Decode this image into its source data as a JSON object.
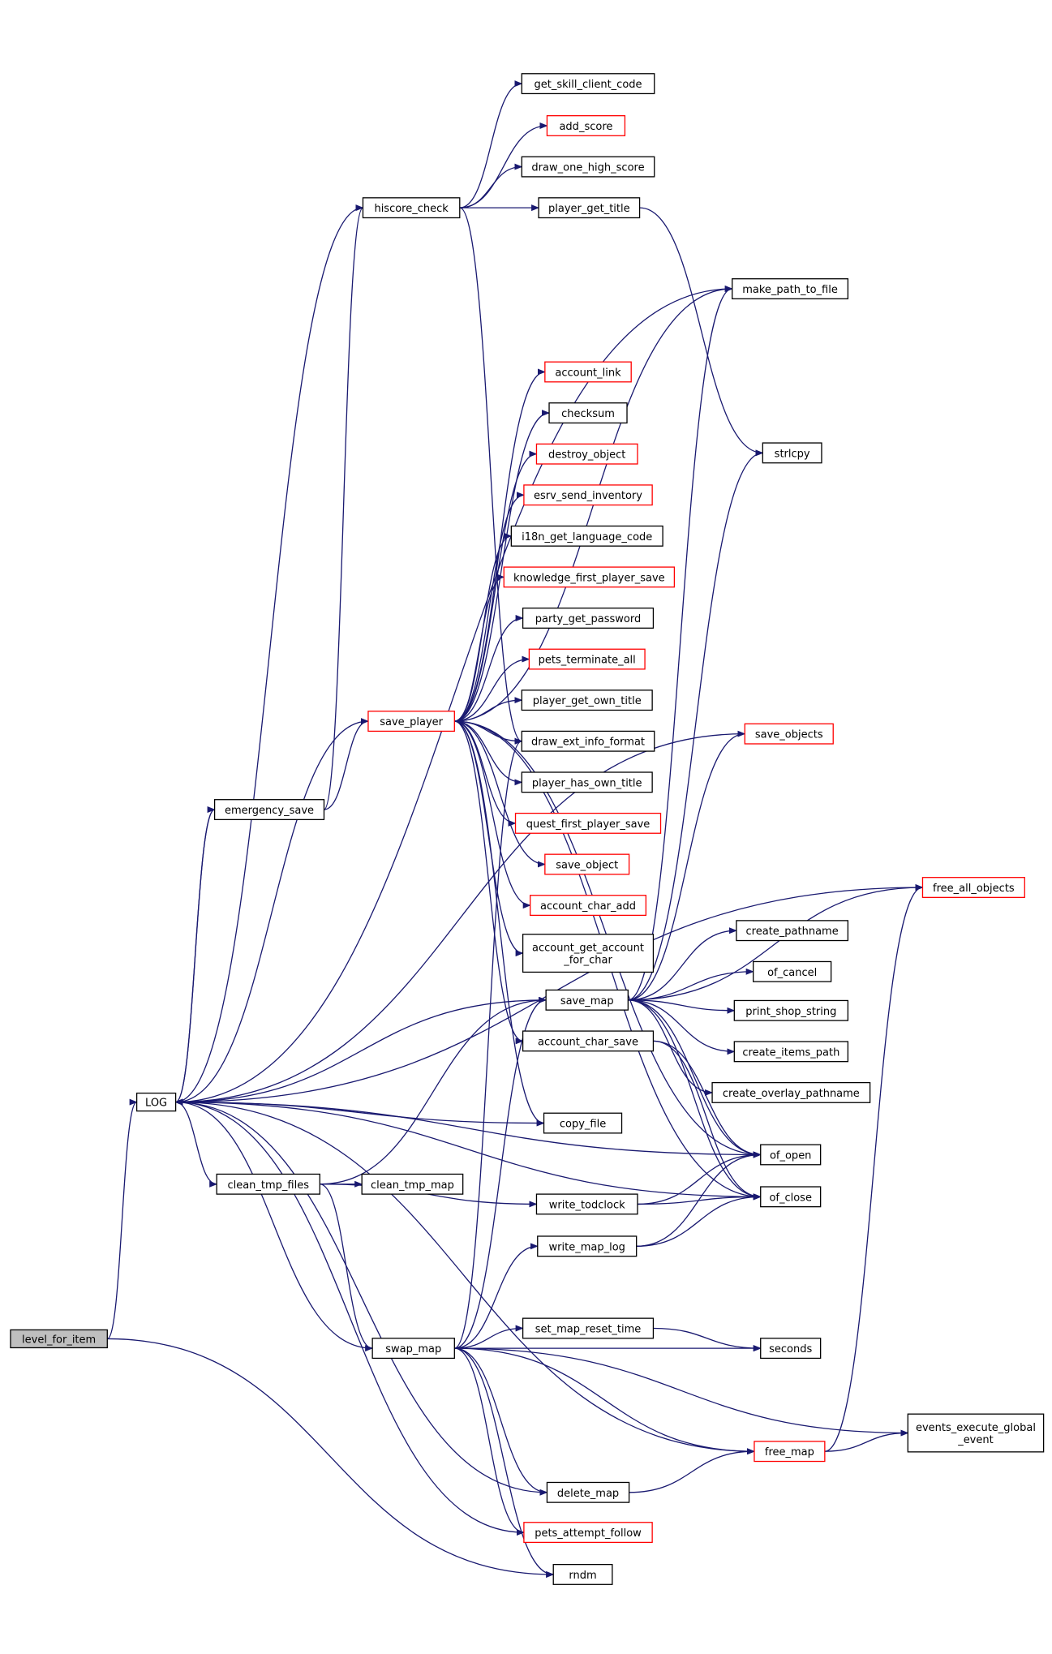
{
  "colors": {
    "edge": "#191970",
    "normal_border": "#000000",
    "truncated_border": "#ff0000",
    "root_fill": "#bfbfbf",
    "node_fill": "#ffffff"
  },
  "nodes": [
    {
      "id": "level_for_item",
      "lines": [
        "level_for_item"
      ],
      "style": "root"
    },
    {
      "id": "LOG",
      "lines": [
        "LOG"
      ],
      "style": "normal"
    },
    {
      "id": "hiscore_check",
      "lines": [
        "hiscore_check"
      ],
      "style": "normal"
    },
    {
      "id": "emergency_save",
      "lines": [
        "emergency_save"
      ],
      "style": "normal"
    },
    {
      "id": "save_player",
      "lines": [
        "save_player"
      ],
      "style": "truncated"
    },
    {
      "id": "clean_tmp_files",
      "lines": [
        "clean_tmp_files"
      ],
      "style": "normal"
    },
    {
      "id": "clean_tmp_map",
      "lines": [
        "clean_tmp_map"
      ],
      "style": "normal"
    },
    {
      "id": "swap_map",
      "lines": [
        "swap_map"
      ],
      "style": "normal"
    },
    {
      "id": "get_skill_client_code",
      "lines": [
        "get_skill_client_code"
      ],
      "style": "normal"
    },
    {
      "id": "add_score",
      "lines": [
        "add_score"
      ],
      "style": "truncated"
    },
    {
      "id": "draw_one_high_score",
      "lines": [
        "draw_one_high_score"
      ],
      "style": "normal"
    },
    {
      "id": "player_get_title",
      "lines": [
        "player_get_title"
      ],
      "style": "normal"
    },
    {
      "id": "make_path_to_file",
      "lines": [
        "make_path_to_file"
      ],
      "style": "normal"
    },
    {
      "id": "account_link",
      "lines": [
        "account_link"
      ],
      "style": "truncated"
    },
    {
      "id": "checksum",
      "lines": [
        "checksum"
      ],
      "style": "normal"
    },
    {
      "id": "destroy_object",
      "lines": [
        "destroy_object"
      ],
      "style": "truncated"
    },
    {
      "id": "esrv_send_inventory",
      "lines": [
        "esrv_send_inventory"
      ],
      "style": "truncated"
    },
    {
      "id": "i18n_get_language_code",
      "lines": [
        "i18n_get_language_code"
      ],
      "style": "normal"
    },
    {
      "id": "knowledge_first_player_save",
      "lines": [
        "knowledge_first_player_save"
      ],
      "style": "truncated"
    },
    {
      "id": "party_get_password",
      "lines": [
        "party_get_password"
      ],
      "style": "normal"
    },
    {
      "id": "pets_terminate_all",
      "lines": [
        "pets_terminate_all"
      ],
      "style": "truncated"
    },
    {
      "id": "player_get_own_title",
      "lines": [
        "player_get_own_title"
      ],
      "style": "normal"
    },
    {
      "id": "draw_ext_info_format",
      "lines": [
        "draw_ext_info_format"
      ],
      "style": "normal"
    },
    {
      "id": "player_has_own_title",
      "lines": [
        "player_has_own_title"
      ],
      "style": "normal"
    },
    {
      "id": "quest_first_player_save",
      "lines": [
        "quest_first_player_save"
      ],
      "style": "truncated"
    },
    {
      "id": "save_object",
      "lines": [
        "save_object"
      ],
      "style": "truncated"
    },
    {
      "id": "account_char_add",
      "lines": [
        "account_char_add"
      ],
      "style": "truncated"
    },
    {
      "id": "account_get_account_for_char",
      "lines": [
        "account_get_account",
        "_for_char"
      ],
      "style": "normal"
    },
    {
      "id": "save_map",
      "lines": [
        "save_map"
      ],
      "style": "normal"
    },
    {
      "id": "account_char_save",
      "lines": [
        "account_char_save"
      ],
      "style": "normal"
    },
    {
      "id": "copy_file",
      "lines": [
        "copy_file"
      ],
      "style": "normal"
    },
    {
      "id": "write_todclock",
      "lines": [
        "write_todclock"
      ],
      "style": "normal"
    },
    {
      "id": "write_map_log",
      "lines": [
        "write_map_log"
      ],
      "style": "normal"
    },
    {
      "id": "set_map_reset_time",
      "lines": [
        "set_map_reset_time"
      ],
      "style": "normal"
    },
    {
      "id": "delete_map",
      "lines": [
        "delete_map"
      ],
      "style": "normal"
    },
    {
      "id": "pets_attempt_follow",
      "lines": [
        "pets_attempt_follow"
      ],
      "style": "truncated"
    },
    {
      "id": "rndm",
      "lines": [
        "rndm"
      ],
      "style": "normal"
    },
    {
      "id": "strlcpy",
      "lines": [
        "strlcpy"
      ],
      "style": "normal"
    },
    {
      "id": "save_objects",
      "lines": [
        "save_objects"
      ],
      "style": "truncated"
    },
    {
      "id": "create_pathname",
      "lines": [
        "create_pathname"
      ],
      "style": "normal"
    },
    {
      "id": "of_cancel",
      "lines": [
        "of_cancel"
      ],
      "style": "normal"
    },
    {
      "id": "print_shop_string",
      "lines": [
        "print_shop_string"
      ],
      "style": "normal"
    },
    {
      "id": "create_items_path",
      "lines": [
        "create_items_path"
      ],
      "style": "normal"
    },
    {
      "id": "create_overlay_pathname",
      "lines": [
        "create_overlay_pathname"
      ],
      "style": "normal"
    },
    {
      "id": "of_open",
      "lines": [
        "of_open"
      ],
      "style": "normal"
    },
    {
      "id": "of_close",
      "lines": [
        "of_close"
      ],
      "style": "normal"
    },
    {
      "id": "seconds",
      "lines": [
        "seconds"
      ],
      "style": "normal"
    },
    {
      "id": "free_map",
      "lines": [
        "free_map"
      ],
      "style": "truncated"
    },
    {
      "id": "free_all_objects",
      "lines": [
        "free_all_objects"
      ],
      "style": "truncated"
    },
    {
      "id": "events_execute_global_event",
      "lines": [
        "events_execute_global",
        "_event"
      ],
      "style": "normal"
    }
  ],
  "edges": [
    [
      "level_for_item",
      "LOG"
    ],
    [
      "level_for_item",
      "rndm"
    ],
    [
      "LOG",
      "emergency_save"
    ],
    [
      "LOG",
      "clean_tmp_files"
    ],
    [
      "hiscore_check",
      "get_skill_client_code"
    ],
    [
      "hiscore_check",
      "add_score"
    ],
    [
      "hiscore_check",
      "draw_one_high_score"
    ],
    [
      "hiscore_check",
      "player_get_title"
    ],
    [
      "hiscore_check",
      "LOG"
    ],
    [
      "hiscore_check",
      "draw_ext_info_format"
    ],
    [
      "emergency_save",
      "hiscore_check"
    ],
    [
      "emergency_save",
      "save_player"
    ],
    [
      "emergency_save",
      "LOG"
    ],
    [
      "save_player",
      "account_link"
    ],
    [
      "save_player",
      "checksum"
    ],
    [
      "save_player",
      "destroy_object"
    ],
    [
      "save_player",
      "esrv_send_inventory"
    ],
    [
      "save_player",
      "i18n_get_language_code"
    ],
    [
      "save_player",
      "knowledge_first_player_save"
    ],
    [
      "save_player",
      "party_get_password"
    ],
    [
      "save_player",
      "pets_terminate_all"
    ],
    [
      "save_player",
      "player_get_own_title"
    ],
    [
      "save_player",
      "draw_ext_info_format"
    ],
    [
      "save_player",
      "player_has_own_title"
    ],
    [
      "save_player",
      "quest_first_player_save"
    ],
    [
      "save_player",
      "save_object"
    ],
    [
      "save_player",
      "account_char_add"
    ],
    [
      "save_player",
      "account_get_account_for_char"
    ],
    [
      "save_player",
      "account_char_save"
    ],
    [
      "save_player",
      "make_path_to_file"
    ],
    [
      "save_player",
      "copy_file"
    ],
    [
      "save_player",
      "of_open"
    ],
    [
      "save_player",
      "of_close"
    ],
    [
      "save_player",
      "LOG"
    ],
    [
      "clean_tmp_files",
      "clean_tmp_map"
    ],
    [
      "clean_tmp_files",
      "write_todclock"
    ],
    [
      "clean_tmp_files",
      "swap_map"
    ],
    [
      "clean_tmp_files",
      "save_map"
    ],
    [
      "swap_map",
      "save_map"
    ],
    [
      "swap_map",
      "write_map_log"
    ],
    [
      "swap_map",
      "set_map_reset_time"
    ],
    [
      "swap_map",
      "seconds"
    ],
    [
      "swap_map",
      "events_execute_global_event"
    ],
    [
      "swap_map",
      "free_map"
    ],
    [
      "swap_map",
      "delete_map"
    ],
    [
      "swap_map",
      "pets_attempt_follow"
    ],
    [
      "swap_map",
      "rndm"
    ],
    [
      "swap_map",
      "draw_ext_info_format"
    ],
    [
      "swap_map",
      "LOG"
    ],
    [
      "player_get_title",
      "strlcpy"
    ],
    [
      "make_path_to_file",
      "LOG"
    ],
    [
      "save_map",
      "make_path_to_file"
    ],
    [
      "save_map",
      "strlcpy"
    ],
    [
      "save_map",
      "save_objects"
    ],
    [
      "save_map",
      "free_all_objects"
    ],
    [
      "save_map",
      "create_pathname"
    ],
    [
      "save_map",
      "of_cancel"
    ],
    [
      "save_map",
      "print_shop_string"
    ],
    [
      "save_map",
      "create_items_path"
    ],
    [
      "save_map",
      "create_overlay_pathname"
    ],
    [
      "save_map",
      "of_open"
    ],
    [
      "save_map",
      "of_close"
    ],
    [
      "save_map",
      "LOG"
    ],
    [
      "save_objects",
      "LOG"
    ],
    [
      "account_char_save",
      "of_open"
    ],
    [
      "account_char_save",
      "of_close"
    ],
    [
      "copy_file",
      "LOG"
    ],
    [
      "of_open",
      "LOG"
    ],
    [
      "of_close",
      "LOG"
    ],
    [
      "write_todclock",
      "of_open"
    ],
    [
      "write_todclock",
      "of_close"
    ],
    [
      "write_map_log",
      "of_open"
    ],
    [
      "write_map_log",
      "of_close"
    ],
    [
      "set_map_reset_time",
      "seconds"
    ],
    [
      "delete_map",
      "free_map"
    ],
    [
      "delete_map",
      "LOG"
    ],
    [
      "pets_attempt_follow",
      "LOG"
    ],
    [
      "free_map",
      "events_execute_global_event"
    ],
    [
      "free_map",
      "free_all_objects"
    ],
    [
      "free_map",
      "LOG"
    ],
    [
      "free_all_objects",
      "LOG"
    ]
  ]
}
